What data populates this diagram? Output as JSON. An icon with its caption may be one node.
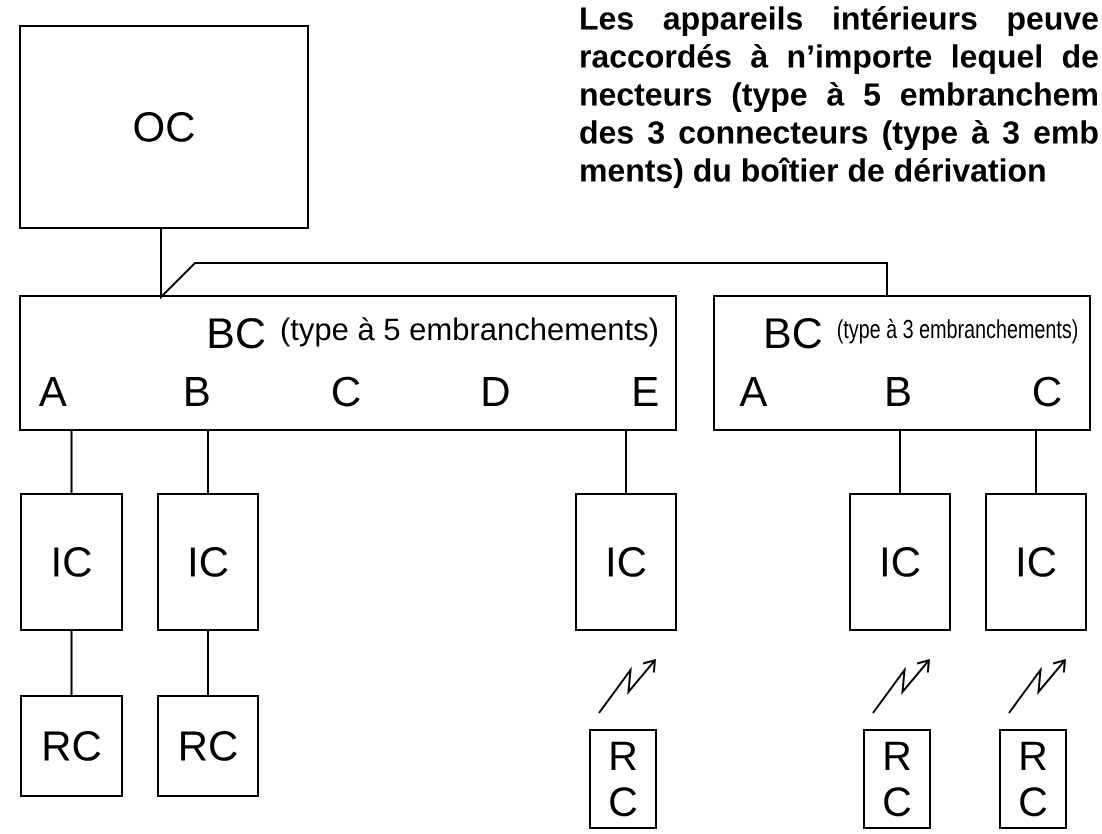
{
  "diagram": {
    "nodes": [
      {
        "text": [
          "OC"
        ]
      },
      {
        "text": [
          "BC",
          "(type à 5 embranchements)"
        ]
      },
      {
        "text": [
          "BC",
          "(type à 3 embranchements)"
        ]
      },
      {
        "text": [
          "IC"
        ]
      },
      {
        "text": [
          "IC"
        ]
      },
      {
        "text": [
          "IC"
        ]
      },
      {
        "text": [
          "IC"
        ]
      },
      {
        "text": [
          "IC"
        ]
      },
      {
        "text": [
          "RC"
        ]
      },
      {
        "text": [
          "RC"
        ]
      },
      {
        "text": [
          "R C"
        ]
      },
      {
        "text": [
          "R C"
        ]
      },
      {
        "text": [
          "R C"
        ]
      }
    ],
    "edges": [
      {
        "from": 0,
        "to": 1,
        "arrow": "none"
      },
      {
        "from": 0,
        "to": 2,
        "arrow": "none"
      },
      {
        "from": 1,
        "to": 3,
        "arrow": "none"
      },
      {
        "from": 1,
        "to": 4,
        "arrow": "none"
      },
      {
        "from": 1,
        "to": 5,
        "arrow": "none"
      },
      {
        "from": 2,
        "to": 6,
        "arrow": "none"
      },
      {
        "from": 2,
        "to": 7,
        "arrow": "none"
      },
      {
        "from": 3,
        "to": 8,
        "arrow": "none"
      },
      {
        "from": 4,
        "to": 9,
        "arrow": "none"
      },
      {
        "from": 10,
        "to": 5,
        "arrow": "to"
      },
      {
        "from": 11,
        "to": 6,
        "arrow": "to"
      },
      {
        "from": 12,
        "to": 7,
        "arrow": "to"
      }
    ],
    "labels": [
      "Les appareils intérieurs peuve raccordés à n’importe lequel de necteurs (type à 5 embranchem des 3 connecteurs (type à 3 emb ments) du boîtier de dérivation",
      "A",
      "B",
      "C",
      "D",
      "E",
      "A",
      "B",
      "C"
    ]
  }
}
